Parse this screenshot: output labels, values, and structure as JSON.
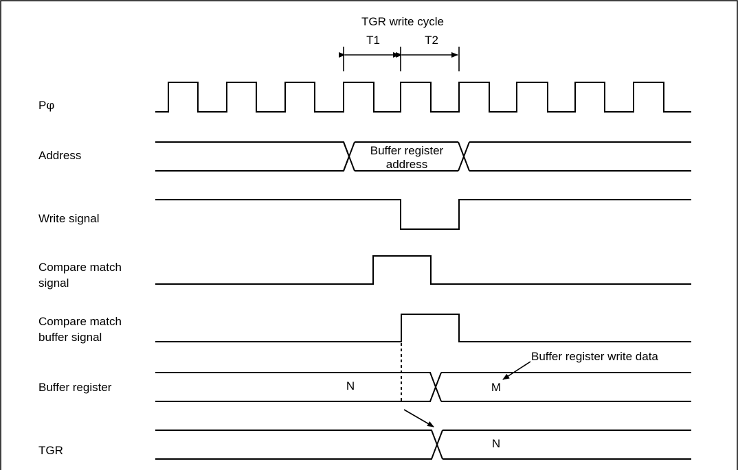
{
  "header": {
    "title": "TGR write cycle",
    "t1": "T1",
    "t2": "T2"
  },
  "signals": {
    "clock": {
      "name": "P",
      "symbol": "φ"
    },
    "address": {
      "name": "Address",
      "value_line1": "Buffer register",
      "value_line2": "address"
    },
    "write": {
      "name": "Write signal"
    },
    "compare_match": {
      "name_line1": "Compare match",
      "name_line2": "signal"
    },
    "compare_match_buffer": {
      "name_line1": "Compare match",
      "name_line2": "buffer signal"
    },
    "buffer_register": {
      "name": "Buffer register",
      "old_value": "N",
      "new_value": "M",
      "annotation": "Buffer register write data"
    },
    "tgr": {
      "name": "TGR",
      "new_value": "N"
    }
  }
}
